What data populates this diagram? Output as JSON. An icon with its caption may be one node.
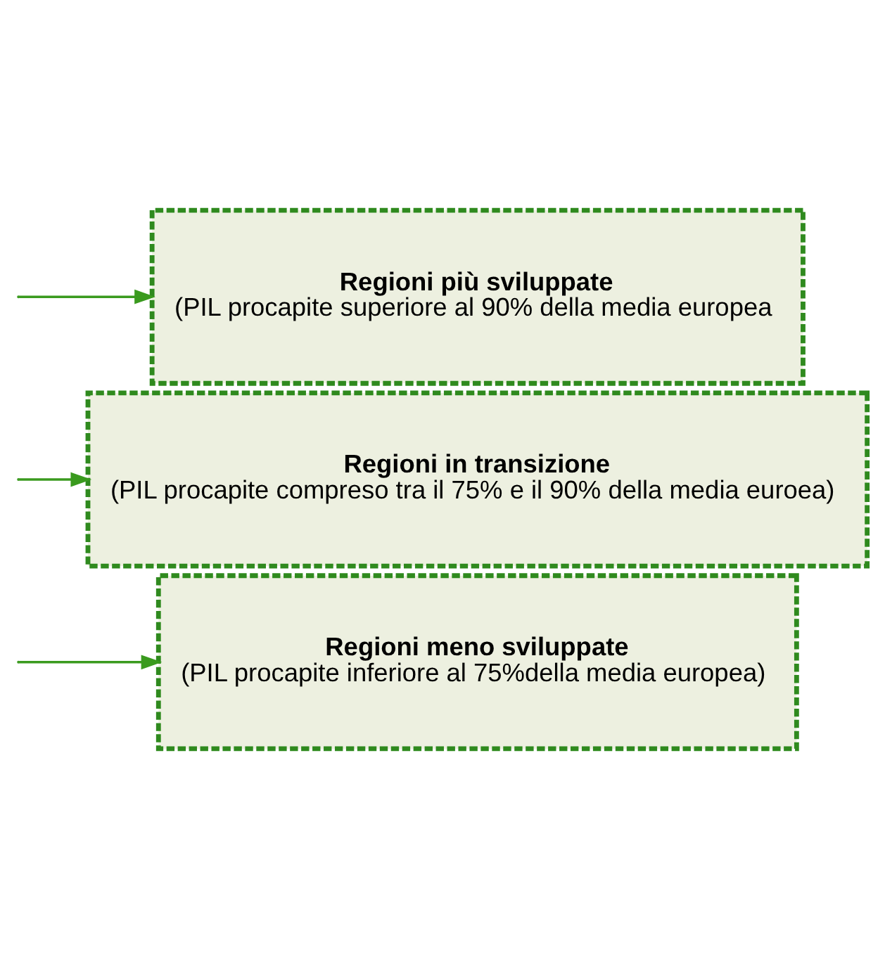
{
  "diagram": {
    "nodes": [
      {
        "text": [
          "Regioni meno sviluppate",
          "(PIL procapite inferiore al 75%della media europea)"
        ]
      },
      {
        "text": [
          "Regioni in transizione",
          "(PIL procapite compreso tra il 75% e il 90% della media euroea)"
        ]
      },
      {
        "text": [
          "Regioni più sviluppate",
          "(PIL procapite superiore al 90% della media europea"
        ]
      }
    ],
    "edges": [
      {
        "from": null,
        "to": 0,
        "arrow": "to"
      },
      {
        "from": null,
        "to": 1,
        "arrow": "to"
      },
      {
        "from": null,
        "to": 2,
        "arrow": "to"
      }
    ]
  }
}
